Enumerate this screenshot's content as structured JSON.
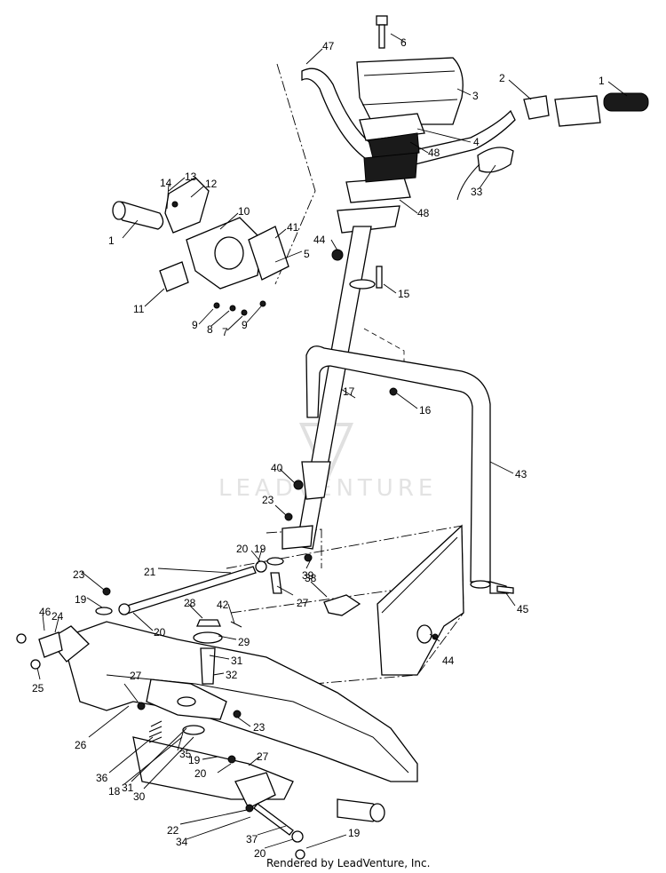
{
  "watermark": "LEADVENTURE",
  "credit": "Rendered by LeadVenture, Inc.",
  "callouts": {
    "c1a": "1",
    "c1b": "1",
    "c2": "2",
    "c3": "3",
    "c4": "4",
    "c5": "5",
    "c6": "6",
    "c7": "7",
    "c8": "8",
    "c9a": "9",
    "c9b": "9",
    "c10": "10",
    "c11": "11",
    "c12": "12",
    "c13": "13",
    "c14": "14",
    "c15": "15",
    "c16": "16",
    "c17": "17",
    "c18": "18",
    "c19a": "19",
    "c19b": "19",
    "c19c": "19",
    "c19d": "19",
    "c20a": "20",
    "c20b": "20",
    "c20c": "20",
    "c20d": "20",
    "c21": "21",
    "c22": "22",
    "c23a": "23",
    "c23b": "23",
    "c23c": "23",
    "c24": "24",
    "c25": "25",
    "c26": "26",
    "c27a": "27",
    "c27b": "27",
    "c27c": "27",
    "c28": "28",
    "c29": "29",
    "c30": "30",
    "c31a": "31",
    "c31b": "31",
    "c32": "32",
    "c33": "33",
    "c34": "34",
    "c35": "35",
    "c36": "36",
    "c37": "37",
    "c38": "38",
    "c39": "39",
    "c40": "40",
    "c41": "41",
    "c42": "42",
    "c43": "43",
    "c44a": "44",
    "c44b": "44",
    "c45": "45",
    "c46": "46",
    "c47": "47",
    "c48a": "48",
    "c48b": "48"
  }
}
